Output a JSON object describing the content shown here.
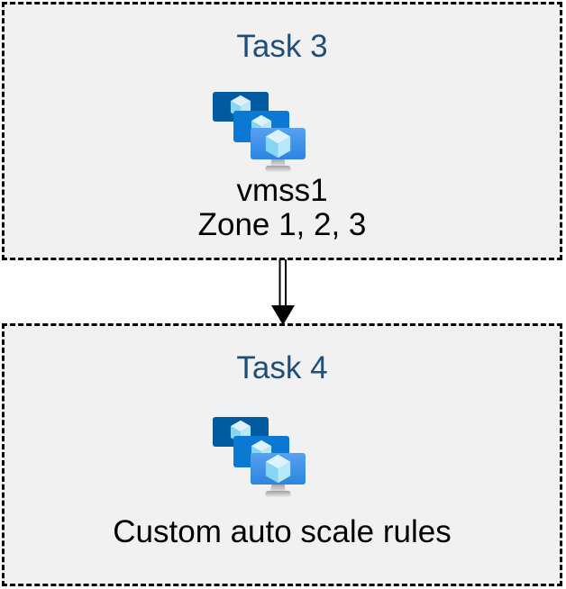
{
  "boxes": {
    "task3": {
      "title": "Task 3",
      "caption_line1": "vmss1",
      "caption_line2": "Zone 1, 2, 3"
    },
    "task4": {
      "title": "Task 4",
      "caption": "Custom auto scale rules"
    }
  },
  "icons": {
    "vmss": "vm-scale-sets-icon"
  },
  "colors": {
    "box-bg": "#F1F1F1",
    "box-border": "#000000",
    "title-blue": "#1F4E79",
    "text-black": "#000000",
    "monitor-back": "#005BA1",
    "monitor-mid": "#0B79D4",
    "monitor-front-top": "#57A1F0",
    "monitor-front-bottom": "#2C85E1",
    "cube-top": "#DCF3FD",
    "cube-left": "#86D5F1",
    "cube-right": "#B7E9FA",
    "stand-top": "#9FA0A1",
    "stand-bottom": "#EBEBEB",
    "arrow": "#000000"
  }
}
